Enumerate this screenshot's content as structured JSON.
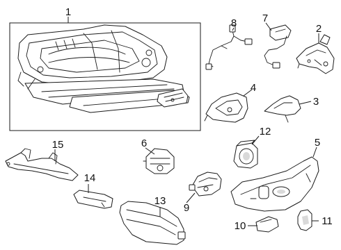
{
  "diagram": {
    "callouts": [
      {
        "id": "1",
        "label": "1"
      },
      {
        "id": "2",
        "label": "2"
      },
      {
        "id": "3",
        "label": "3"
      },
      {
        "id": "4",
        "label": "4"
      },
      {
        "id": "5",
        "label": "5"
      },
      {
        "id": "6",
        "label": "6"
      },
      {
        "id": "7",
        "label": "7"
      },
      {
        "id": "8",
        "label": "8"
      },
      {
        "id": "9",
        "label": "9"
      },
      {
        "id": "10",
        "label": "10"
      },
      {
        "id": "11",
        "label": "11"
      },
      {
        "id": "12",
        "label": "12"
      },
      {
        "id": "13",
        "label": "13"
      },
      {
        "id": "14",
        "label": "14"
      },
      {
        "id": "15",
        "label": "15"
      }
    ],
    "colors": {
      "line": "#1a1a1a",
      "shade": "#d9d9d9",
      "background": "#ffffff"
    }
  }
}
